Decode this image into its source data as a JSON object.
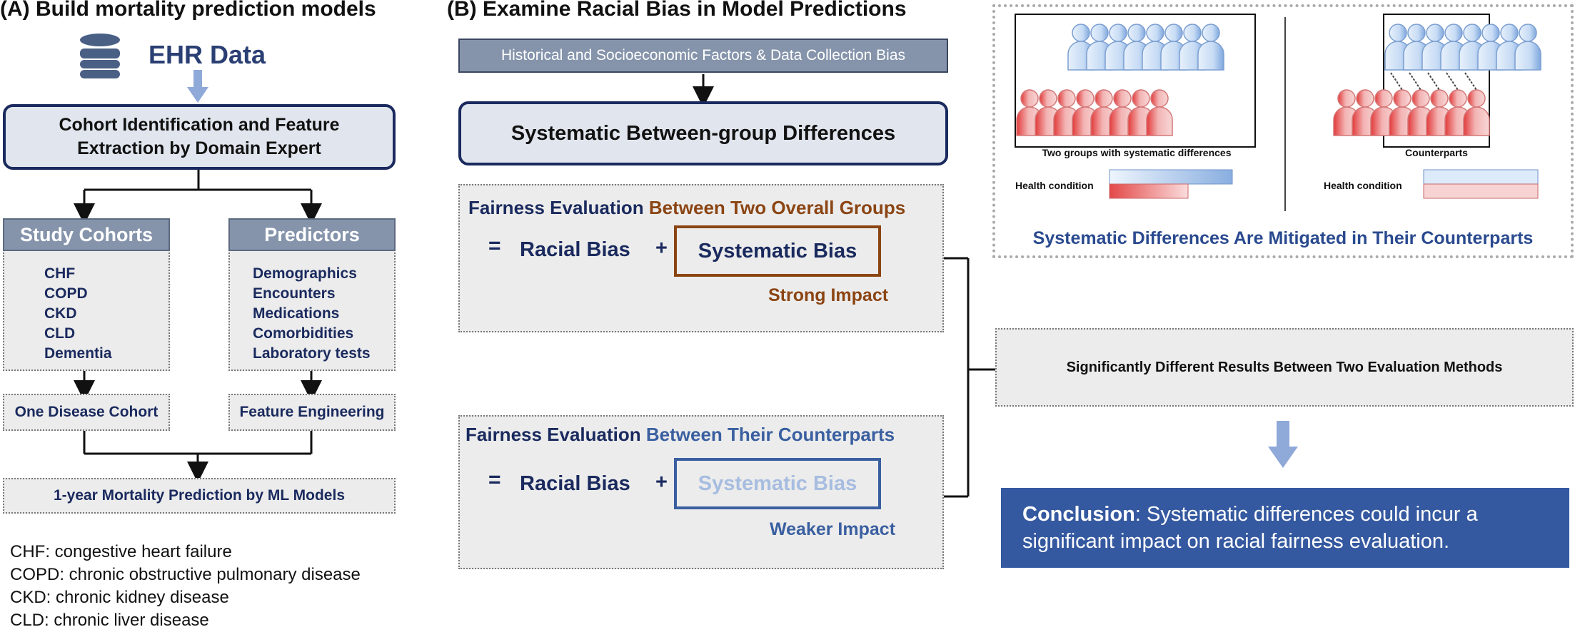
{
  "panel_a": {
    "title": "(A) Build mortality prediction models",
    "ehr_label": "EHR Data",
    "cohort_box": [
      "Cohort Identification and Feature",
      "Extraction by Domain Expert"
    ],
    "study_cohorts": {
      "header": "Study Cohorts",
      "items": [
        "CHF",
        "COPD",
        "CKD",
        "CLD",
        "Dementia"
      ]
    },
    "predictors": {
      "header": "Predictors",
      "items": [
        "Demographics",
        "Encounters",
        "Medications",
        "Comorbidities",
        "Laboratory tests"
      ]
    },
    "one_disease": "One Disease Cohort",
    "feature_eng": "Feature Engineering",
    "prediction": "1-year Mortality Prediction by ML Models",
    "legend": [
      "CHF: congestive heart failure",
      "COPD: chronic obstructive pulmonary disease",
      "CKD: chronic kidney disease",
      "CLD: chronic liver disease"
    ]
  },
  "panel_b": {
    "title": "(B) Examine Racial Bias in Model Predictions",
    "factors": "Historical and Socioeconomic Factors & Data Collection Bias",
    "systematic": "Systematic Between-group Differences",
    "eval1": {
      "prefix": "Fairness Evaluation",
      "suffix": "Between Two Overall Groups",
      "eq": "=",
      "racial": "Racial Bias",
      "plus": "+",
      "sysbias": "Systematic Bias",
      "impact": "Strong Impact"
    },
    "eval2": {
      "prefix": "Fairness Evaluation",
      "suffix": "Between Their Counterparts",
      "eq": "=",
      "racial": "Racial Bias",
      "plus": "+",
      "sysbias": "Systematic Bias",
      "impact": "Weaker Impact"
    }
  },
  "panel_c": {
    "left_caption": "Two groups with systematic differences",
    "right_caption": "Counterparts",
    "health_left": "Health condition",
    "health_right": "Health condition",
    "footer": "Systematic Differences Are Mitigated in Their Counterparts",
    "significant": "Significantly Different Results Between Two Evaluation Methods",
    "conclusion_bold": "Conclusion",
    "conclusion_rest": ": Systematic differences could incur a significant impact on racial fairness evaluation."
  },
  "colors": {
    "navy": "#1a2a5e",
    "brown": "#8b4513",
    "blue": "#3a5fa0",
    "light_blue_text": "#a7bde0",
    "conclusion_bg": "#3559a0"
  }
}
